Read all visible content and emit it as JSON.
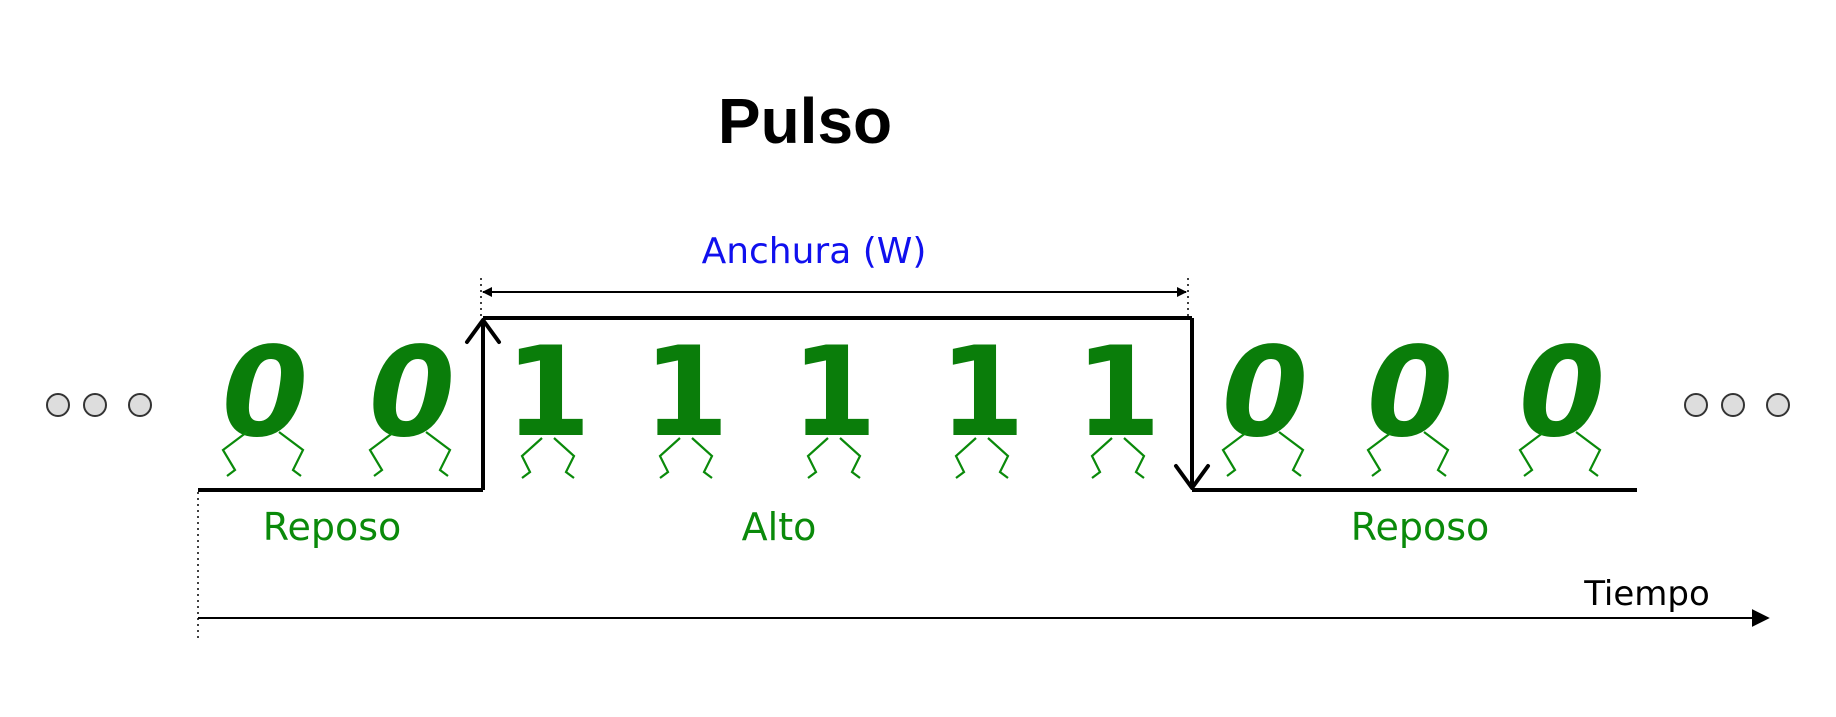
{
  "title": "Pulso",
  "labels": {
    "width": "Anchura (W)",
    "rest_left": "Reposo",
    "high": "Alto",
    "rest_right": "Reposo",
    "time": "Tiempo"
  },
  "bits": [
    "0",
    "0",
    "1",
    "1",
    "1",
    "1",
    "1",
    "0",
    "0",
    "0"
  ],
  "colors": {
    "bits": "#0a7d0a",
    "labels": "#0a8a0a",
    "width_label": "#1010ee",
    "signal": "#000000"
  }
}
